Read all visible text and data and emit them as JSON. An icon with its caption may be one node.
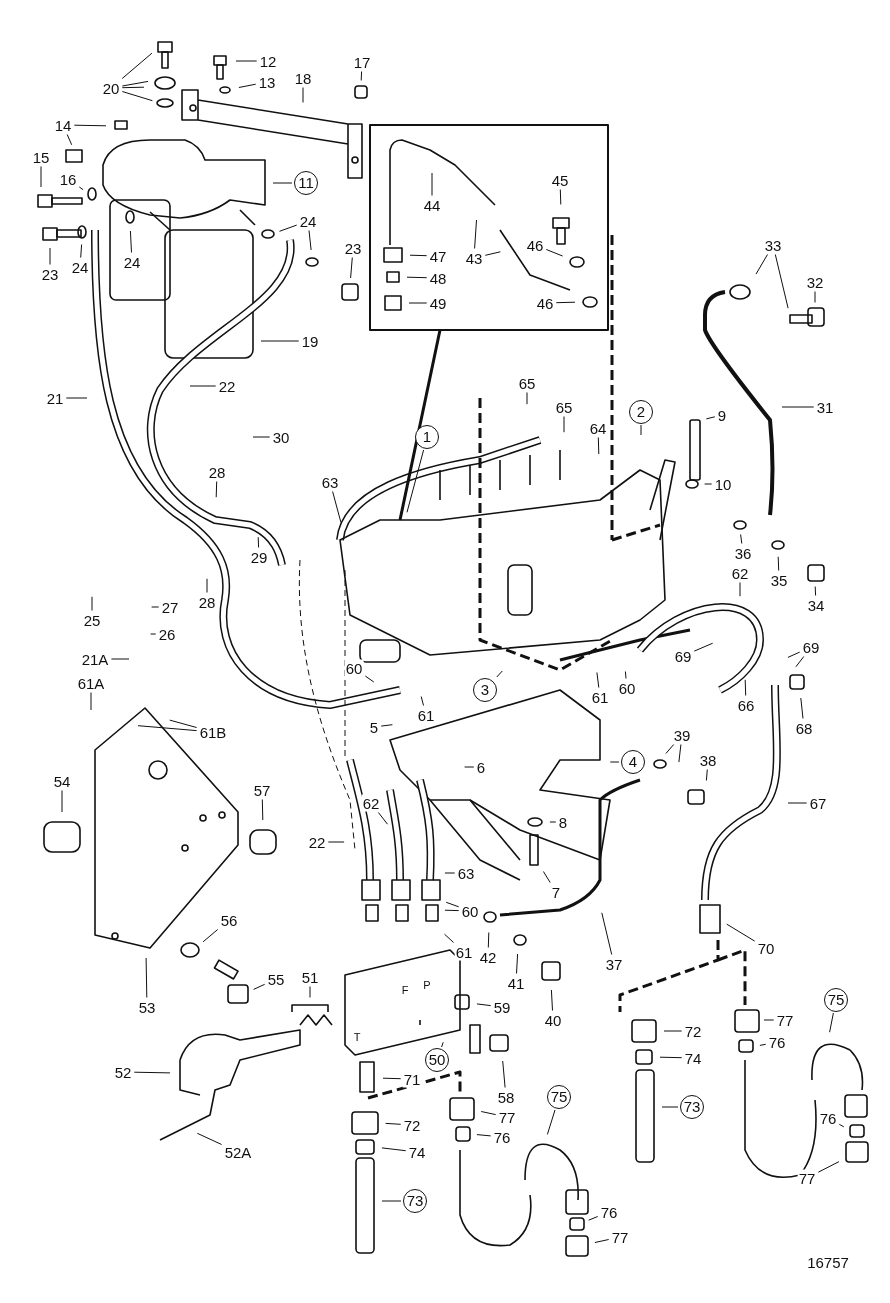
{
  "diagram": {
    "nodes": [
      {
        "text": [
          "12"
        ]
      },
      {
        "text": [
          "13"
        ]
      },
      {
        "text": [
          "20"
        ]
      },
      {
        "text": [
          "18"
        ]
      },
      {
        "text": [
          "17"
        ]
      },
      {
        "text": [
          "14"
        ]
      },
      {
        "text": [
          "15"
        ]
      },
      {
        "text": [
          "16"
        ]
      },
      {
        "text": [
          "11"
        ]
      },
      {
        "text": [
          "24"
        ]
      },
      {
        "text": [
          "23"
        ]
      },
      {
        "text": [
          "23"
        ]
      },
      {
        "text": [
          "24"
        ]
      },
      {
        "text": [
          "24"
        ]
      },
      {
        "text": [
          "44"
        ]
      },
      {
        "text": [
          "45"
        ]
      },
      {
        "text": [
          "47"
        ]
      },
      {
        "text": [
          "48"
        ]
      },
      {
        "text": [
          "49"
        ]
      },
      {
        "text": [
          "43"
        ]
      },
      {
        "text": [
          "46"
        ]
      },
      {
        "text": [
          "46"
        ]
      },
      {
        "text": [
          "33"
        ]
      },
      {
        "text": [
          "32"
        ]
      },
      {
        "text": [
          "31"
        ]
      },
      {
        "text": [
          "9"
        ]
      },
      {
        "text": [
          "10"
        ]
      },
      {
        "text": [
          "2"
        ]
      },
      {
        "text": [
          "65"
        ]
      },
      {
        "text": [
          "65"
        ]
      },
      {
        "text": [
          "64"
        ]
      },
      {
        "text": [
          "1"
        ]
      },
      {
        "text": [
          "63"
        ]
      },
      {
        "text": [
          "30"
        ]
      },
      {
        "text": [
          "28"
        ]
      },
      {
        "text": [
          "29"
        ]
      },
      {
        "text": [
          "28"
        ]
      },
      {
        "text": [
          "22"
        ]
      },
      {
        "text": [
          "19"
        ]
      },
      {
        "text": [
          "21"
        ]
      },
      {
        "text": [
          "25"
        ]
      },
      {
        "text": [
          "27"
        ]
      },
      {
        "text": [
          "26"
        ]
      },
      {
        "text": [
          "21A"
        ]
      },
      {
        "text": [
          "61A"
        ]
      },
      {
        "text": [
          "61B"
        ]
      },
      {
        "text": [
          "60"
        ]
      },
      {
        "text": [
          "61"
        ]
      },
      {
        "text": [
          "5"
        ]
      },
      {
        "text": [
          "3"
        ]
      },
      {
        "text": [
          "61"
        ]
      },
      {
        "text": [
          "60"
        ]
      },
      {
        "text": [
          "69"
        ]
      },
      {
        "text": [
          "69"
        ]
      },
      {
        "text": [
          "62"
        ]
      },
      {
        "text": [
          "66"
        ]
      },
      {
        "text": [
          "68"
        ]
      },
      {
        "text": [
          "36"
        ]
      },
      {
        "text": [
          "35"
        ]
      },
      {
        "text": [
          "34"
        ]
      },
      {
        "text": [
          "4"
        ]
      },
      {
        "text": [
          "39"
        ]
      },
      {
        "text": [
          "38"
        ]
      },
      {
        "text": [
          "67"
        ]
      },
      {
        "text": [
          "6"
        ]
      },
      {
        "text": [
          "8"
        ]
      },
      {
        "text": [
          "7"
        ]
      },
      {
        "text": [
          "54"
        ]
      },
      {
        "text": [
          "57"
        ]
      },
      {
        "text": [
          "22"
        ]
      },
      {
        "text": [
          "62"
        ]
      },
      {
        "text": [
          "63"
        ]
      },
      {
        "text": [
          "60"
        ]
      },
      {
        "text": [
          "61"
        ]
      },
      {
        "text": [
          "42"
        ]
      },
      {
        "text": [
          "41"
        ]
      },
      {
        "text": [
          "40"
        ]
      },
      {
        "text": [
          "37"
        ]
      },
      {
        "text": [
          "70"
        ]
      },
      {
        "text": [
          "56"
        ]
      },
      {
        "text": [
          "55"
        ]
      },
      {
        "text": [
          "53"
        ]
      },
      {
        "text": [
          "51"
        ]
      },
      {
        "text": [
          "50"
        ]
      },
      {
        "text": [
          "59"
        ]
      },
      {
        "text": [
          "58"
        ]
      },
      {
        "text": [
          "52"
        ]
      },
      {
        "text": [
          "52A"
        ]
      },
      {
        "text": [
          "71"
        ]
      },
      {
        "text": [
          "72"
        ]
      },
      {
        "text": [
          "74"
        ]
      },
      {
        "text": [
          "73"
        ]
      },
      {
        "text": [
          "77"
        ]
      },
      {
        "text": [
          "76"
        ]
      },
      {
        "text": [
          "75"
        ]
      },
      {
        "text": [
          "76"
        ]
      },
      {
        "text": [
          "77"
        ]
      },
      {
        "text": [
          "72"
        ]
      },
      {
        "text": [
          "74"
        ]
      },
      {
        "text": [
          "73"
        ]
      },
      {
        "text": [
          "77"
        ]
      },
      {
        "text": [
          "76"
        ]
      },
      {
        "text": [
          "75"
        ]
      },
      {
        "text": [
          "76"
        ]
      },
      {
        "text": [
          "77"
        ]
      }
    ],
    "edges": [
      {
        "from": 0,
        "to": null,
        "arrow": "none"
      },
      {
        "from": 1,
        "to": null,
        "arrow": "none"
      },
      {
        "from": 2,
        "to": null,
        "arrow": "none"
      },
      {
        "from": 2,
        "to": null,
        "arrow": "none"
      },
      {
        "from": 2,
        "to": null,
        "arrow": "none"
      },
      {
        "from": 2,
        "to": null,
        "arrow": "none"
      },
      {
        "from": 3,
        "to": null,
        "arrow": "none"
      },
      {
        "from": 4,
        "to": null,
        "arrow": "none"
      },
      {
        "from": 5,
        "to": null,
        "arrow": "none"
      },
      {
        "from": 5,
        "to": null,
        "arrow": "none"
      },
      {
        "from": 6,
        "to": null,
        "arrow": "none"
      },
      {
        "from": 7,
        "to": null,
        "arrow": "none"
      },
      {
        "from": 8,
        "to": null,
        "arrow": "none"
      },
      {
        "from": 9,
        "to": null,
        "arrow": "none"
      },
      {
        "from": 9,
        "to": null,
        "arrow": "none"
      },
      {
        "from": 10,
        "to": null,
        "arrow": "none"
      },
      {
        "from": 11,
        "to": null,
        "arrow": "none"
      },
      {
        "from": 12,
        "to": null,
        "arrow": "none"
      },
      {
        "from": 13,
        "to": null,
        "arrow": "none"
      },
      {
        "from": 14,
        "to": null,
        "arrow": "none"
      },
      {
        "from": 15,
        "to": null,
        "arrow": "none"
      },
      {
        "from": 16,
        "to": null,
        "arrow": "none"
      },
      {
        "from": 17,
        "to": null,
        "arrow": "none"
      },
      {
        "from": 18,
        "to": null,
        "arrow": "none"
      },
      {
        "from": 19,
        "to": null,
        "arrow": "none"
      },
      {
        "from": 19,
        "to": null,
        "arrow": "none"
      },
      {
        "from": 20,
        "to": null,
        "arrow": "none"
      },
      {
        "from": 21,
        "to": null,
        "arrow": "none"
      },
      {
        "from": 22,
        "to": null,
        "arrow": "none"
      },
      {
        "from": 22,
        "to": null,
        "arrow": "none"
      },
      {
        "from": 23,
        "to": null,
        "arrow": "none"
      },
      {
        "from": 24,
        "to": null,
        "arrow": "none"
      },
      {
        "from": 25,
        "to": null,
        "arrow": "none"
      },
      {
        "from": 26,
        "to": null,
        "arrow": "none"
      },
      {
        "from": 27,
        "to": null,
        "arrow": "none"
      },
      {
        "from": 28,
        "to": null,
        "arrow": "none"
      },
      {
        "from": 29,
        "to": null,
        "arrow": "none"
      },
      {
        "from": 30,
        "to": null,
        "arrow": "none"
      },
      {
        "from": 31,
        "to": null,
        "arrow": "none"
      },
      {
        "from": 32,
        "to": null,
        "arrow": "none"
      },
      {
        "from": 33,
        "to": null,
        "arrow": "none"
      },
      {
        "from": 34,
        "to": null,
        "arrow": "none"
      },
      {
        "from": 35,
        "to": null,
        "arrow": "none"
      },
      {
        "from": 36,
        "to": null,
        "arrow": "none"
      },
      {
        "from": 37,
        "to": null,
        "arrow": "none"
      },
      {
        "from": 38,
        "to": null,
        "arrow": "none"
      },
      {
        "from": 39,
        "to": null,
        "arrow": "none"
      },
      {
        "from": 40,
        "to": null,
        "arrow": "none"
      },
      {
        "from": 41,
        "to": null,
        "arrow": "none"
      },
      {
        "from": 42,
        "to": null,
        "arrow": "none"
      },
      {
        "from": 43,
        "to": null,
        "arrow": "none"
      },
      {
        "from": 44,
        "to": null,
        "arrow": "none"
      },
      {
        "from": 45,
        "to": null,
        "arrow": "none"
      },
      {
        "from": 45,
        "to": null,
        "arrow": "none"
      },
      {
        "from": 46,
        "to": null,
        "arrow": "none"
      },
      {
        "from": 47,
        "to": null,
        "arrow": "none"
      },
      {
        "from": 48,
        "to": null,
        "arrow": "none"
      },
      {
        "from": 49,
        "to": null,
        "arrow": "none"
      },
      {
        "from": 50,
        "to": null,
        "arrow": "none"
      },
      {
        "from": 51,
        "to": null,
        "arrow": "none"
      },
      {
        "from": 52,
        "to": null,
        "arrow": "none"
      },
      {
        "from": 53,
        "to": null,
        "arrow": "none"
      },
      {
        "from": 53,
        "to": null,
        "arrow": "none"
      },
      {
        "from": 54,
        "to": null,
        "arrow": "none"
      },
      {
        "from": 55,
        "to": null,
        "arrow": "none"
      },
      {
        "from": 56,
        "to": null,
        "arrow": "none"
      },
      {
        "from": 57,
        "to": null,
        "arrow": "none"
      },
      {
        "from": 58,
        "to": null,
        "arrow": "none"
      },
      {
        "from": 59,
        "to": null,
        "arrow": "none"
      },
      {
        "from": 60,
        "to": null,
        "arrow": "none"
      },
      {
        "from": 61,
        "to": null,
        "arrow": "none"
      },
      {
        "from": 61,
        "to": null,
        "arrow": "none"
      },
      {
        "from": 62,
        "to": null,
        "arrow": "none"
      },
      {
        "from": 63,
        "to": null,
        "arrow": "none"
      },
      {
        "from": 64,
        "to": null,
        "arrow": "none"
      },
      {
        "from": 65,
        "to": null,
        "arrow": "none"
      },
      {
        "from": 66,
        "to": null,
        "arrow": "none"
      },
      {
        "from": 67,
        "to": null,
        "arrow": "none"
      },
      {
        "from": 68,
        "to": null,
        "arrow": "none"
      },
      {
        "from": 69,
        "to": null,
        "arrow": "none"
      },
      {
        "from": 70,
        "to": null,
        "arrow": "none"
      },
      {
        "from": 71,
        "to": null,
        "arrow": "none"
      },
      {
        "from": 72,
        "to": null,
        "arrow": "none"
      },
      {
        "from": 72,
        "to": null,
        "arrow": "none"
      },
      {
        "from": 73,
        "to": null,
        "arrow": "none"
      },
      {
        "from": 74,
        "to": null,
        "arrow": "none"
      },
      {
        "from": 75,
        "to": null,
        "arrow": "none"
      },
      {
        "from": 76,
        "to": null,
        "arrow": "none"
      },
      {
        "from": 77,
        "to": null,
        "arrow": "none"
      },
      {
        "from": 78,
        "to": null,
        "arrow": "none"
      },
      {
        "from": 79,
        "to": null,
        "arrow": "none"
      },
      {
        "from": 80,
        "to": null,
        "arrow": "none"
      },
      {
        "from": 81,
        "to": null,
        "arrow": "none"
      },
      {
        "from": 82,
        "to": null,
        "arrow": "none"
      },
      {
        "from": 83,
        "to": null,
        "arrow": "none"
      },
      {
        "from": 84,
        "to": null,
        "arrow": "none"
      },
      {
        "from": 85,
        "to": null,
        "arrow": "none"
      },
      {
        "from": 86,
        "to": null,
        "arrow": "none"
      },
      {
        "from": 87,
        "to": null,
        "arrow": "none"
      },
      {
        "from": 88,
        "to": null,
        "arrow": "none"
      },
      {
        "from": 89,
        "to": null,
        "arrow": "none"
      },
      {
        "from": 90,
        "to": null,
        "arrow": "none"
      },
      {
        "from": 91,
        "to": null,
        "arrow": "none"
      },
      {
        "from": 92,
        "to": null,
        "arrow": "none"
      },
      {
        "from": 93,
        "to": null,
        "arrow": "none"
      },
      {
        "from": 94,
        "to": null,
        "arrow": "none"
      },
      {
        "from": 95,
        "to": null,
        "arrow": "none"
      },
      {
        "from": 96,
        "to": null,
        "arrow": "none"
      },
      {
        "from": 97,
        "to": null,
        "arrow": "none"
      },
      {
        "from": 98,
        "to": null,
        "arrow": "none"
      },
      {
        "from": 99,
        "to": null,
        "arrow": "none"
      },
      {
        "from": 100,
        "to": null,
        "arrow": "none"
      },
      {
        "from": 101,
        "to": null,
        "arrow": "none"
      },
      {
        "from": 102,
        "to": null,
        "arrow": "none"
      },
      {
        "from": 103,
        "to": null,
        "arrow": "none"
      },
      {
        "from": 104,
        "to": null,
        "arrow": "none"
      }
    ],
    "labels": [
      "F",
      "P",
      "T",
      "16757"
    ]
  }
}
